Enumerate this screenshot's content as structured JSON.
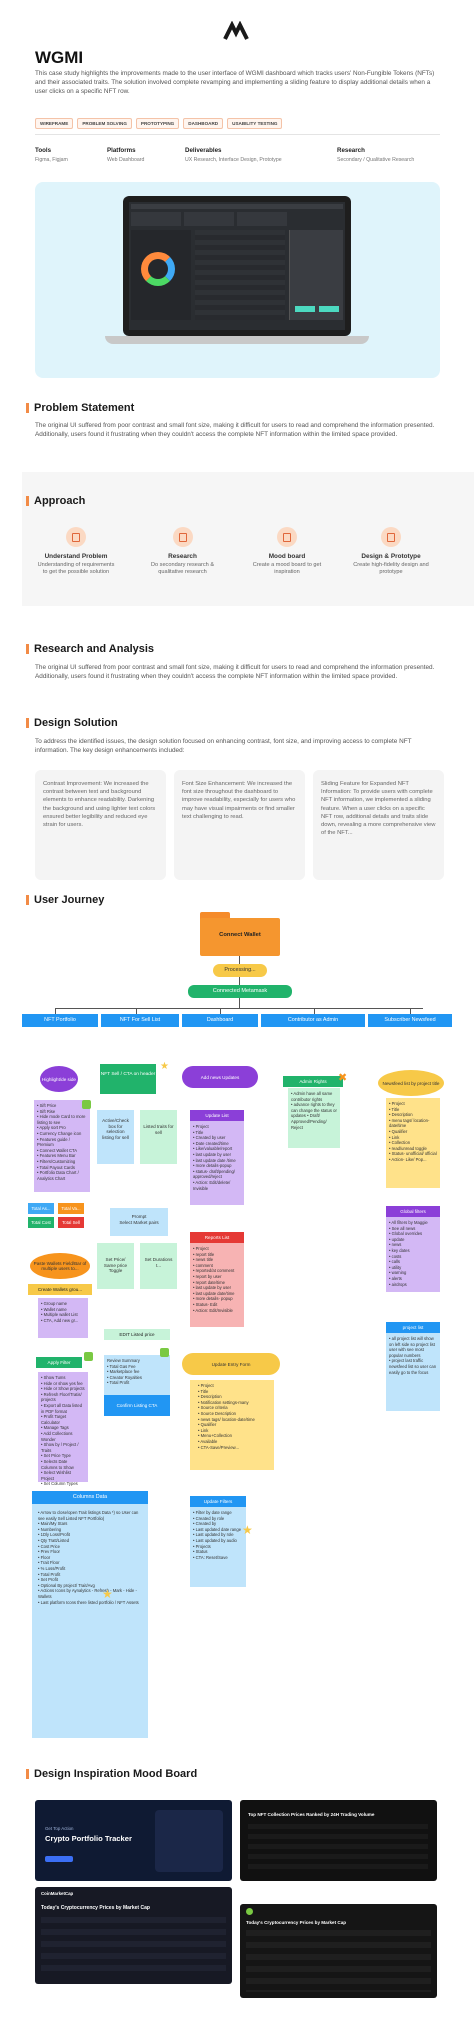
{
  "logo_name": "wgmi-logo-icon",
  "title": "WGMI",
  "intro": "This case study highlights the improvements made to the user interface of WGMI dashboard which tracks users' Non-Fungible Tokens (NFTs) and their associated traits. The solution involved complete revamping and implementing a sliding feature to display additional details when a user clicks on a specific NFT row.",
  "tags": [
    "WIREFRAME",
    "PROBLEM SOLVING",
    "PROTOTYPING",
    "DASHBOARD",
    "USABILITY TESTING"
  ],
  "meta": [
    {
      "key": "Tools",
      "value": "Figma, Figjam"
    },
    {
      "key": "Platforms",
      "value": "Web Dashboard"
    },
    {
      "key": "Deliverables",
      "value": "UX Research, Interface Design, Prototype"
    },
    {
      "key": "Research",
      "value": "Secondary / Qualitative Research"
    }
  ],
  "hero": {
    "bg": "#dff4fb",
    "laptop": "#1e1e1e"
  },
  "problem": {
    "title": "Problem Statement",
    "text": "The original UI suffered from poor contrast and small font size, making it difficult for users to read and comprehend the information presented. Additionally, users found it frustrating when they couldn't access the complete NFT information within the limited space provided."
  },
  "approach": {
    "title": "Approach",
    "items": [
      {
        "title": "Understand Problem",
        "desc": "Understanding of requirements to get the possible solution"
      },
      {
        "title": "Research",
        "desc": "Do secondary research & qualitative research"
      },
      {
        "title": "Mood board",
        "desc": "Create a mood board to get inspiration"
      },
      {
        "title": "Design & Prototype",
        "desc": "Create high-fidelity design and prototype"
      }
    ]
  },
  "research": {
    "title": "Research and Analysis",
    "text": "The original UI suffered from poor contrast and small font size, making it difficult for users to read and comprehend the information presented. Additionally, users found it frustrating when they couldn't access the complete NFT information within the limited space provided."
  },
  "solution": {
    "title": "Design Solution",
    "text": "To address the identified issues, the design solution focused on enhancing contrast, font size, and improving access to complete NFT information. The key design enhancements included:",
    "cards": [
      "Contrast Improvement: We increased the contrast between text and background elements to enhance readability. Darkening the background and using lighter text colors ensured better legibility and reduced eye strain for users.",
      "Font Size Enhancement: We increased the font size throughout the dashboard to improve readability, especially for users who may have visual impairments or find smaller text challenging to read.",
      "Sliding Feature for Expanded NFT Information: To provide users with complete NFT information, we implemented a sliding feature. When a user clicks on a specific NFT row, additional details and traits slide down, revealing a more comprehensive view of the NFT..."
    ]
  },
  "journey": {
    "title": "User Journey",
    "start": "Connect Wallet",
    "processing": "Processing...",
    "connected": "Connected Metamask",
    "columns": [
      "NFT Portfolio",
      "NFT For Sell List",
      "Dashboard",
      "Contributor as Admin",
      "Subscriber Newsfeed"
    ],
    "col1": {
      "ellipse": "Highlight/de side",
      "list": "• Sift Price\n• Sift Rise\n• Hide mode Card to more listing to see\n• Apply sort Pro\n• Currency Change icon\n• Features guide / Premium\n• Connect Wallet CTA\n• Features Menu Bar\n• Filters/Customizing\n• Total Payout Cards\n• Portfolio Data Chart / Analytics Chart",
      "badges": [
        "Total As...",
        "Total Va...",
        "Total Cost",
        "Total Sell"
      ],
      "ellipse2": "Paste Wallets Field/Bar of multiple users to...",
      "create": "Create Wallets grou...",
      "list2": "• Group name\n• Wallet name\n• Multiple wallet List\n• CTA, Add new gr...",
      "apply": "Apply Filter",
      "list3": "• Show Tums\n• Hide or show yes fee\n• Hide or Show projects\n• Refresh Floor/Tratis/ projects\n• Export all Data listed in PDF format\n• Profit Target Calculator\n• Manage Tags\n• Add Collections Wonder\n• Show by / Project / Traits\n• Set Price Type\n• Selects Date Columns to Show\n• Select Wishlist Project\n• Set Column Types",
      "columns_title": "Columns Data",
      "columns_list": "• Arrow to close/open Trait listings Data *) so User can see easily Sell Listed NFT Portfolio)\n• Main/My Stars\n• Numbering\n• 1Dly Loss/Profit\n• Qty Tratt/Listed\n• Cost Price\n• Prev Floor\n• Floor\n• Trait Floor\n• % Loss/Profit\n• Total Profit\n• Set Profit\n• Optional By project/ Trait/Avg\n• Actions Icons by Aynalytics - Refresh - Mark - Hide - Wallets\n• Last platform Icons there listed portfolio / NFT Assets"
    },
    "col2": {
      "header": "NFT Sell / CTA on header",
      "active": "Active/Check box for selection listing for sell",
      "listed": "Listed traits for sell",
      "prompt": "Prompt\nSelect Market pairs",
      "setprice": "Set Price/ Same price Toggle",
      "duration": "Set Durations t...",
      "edit": "EDIT Listed price",
      "review": "Review Summary\n• Total Gas Fee\n• Marketplace fee\n• Creator Royalties\n• Total Profit",
      "confirm": "Confirm Listing CTA"
    },
    "col3": {
      "ellipse": "Add news Updates",
      "update_title": "Update List",
      "update_list": "• Project\n• Title\n• Created by user\n• Date created/time\n• Like/valuable/report\n• last update by user\n• last update date /time\n• more details-popup\n• status- draft/pending/ approved/reject\n• Action: Edit/delete/ Invisible",
      "reports_title": "Reports List",
      "reports_list": "• Project\n• report title\n• news title\n• comment\n• reported/at comment\n• report by user\n• report date/time\n• last update by user\n• last update date/time\n• more details- popup\n• Status- Edit\n• Action: Edit/Invisible",
      "entry_title": "Update Entry Form",
      "entry_list": "• Project\n• Title\n• Description\n• Notification settings-many\n• Source criteria\n• Source Description\n• news tags/ location-date/time\n• Qualifier\n• Link\n• Menu+Collection\n• Available\n• CTA-Save/Preview...",
      "filters_title": "Update Filters",
      "filters_list": "• Filter by date range\n• Created by role\n• Created by\n• Last updated date range\n• Last updated by role\n• Last updated by audio\n• Projects\n• Status\n• CTA: Reset/Save"
    },
    "col4": {
      "header": "Admin Rights",
      "list": "• Admin have all same contributor rights\n• advance rights to they can change the status or updates • Draft/ Approved/Pending/ Reject"
    },
    "col5": {
      "header": "Newsfeed list by project title",
      "list": "• Project\n• Title\n• Description\n• menu tags/ location-date/time\n• Qualifier\n• Link\n• Collection\n• read/unread toggle\n• Status- unofficial/ official\n• Action- Like/ Pop...",
      "filters_title": "Global filters",
      "filters_list": "• All filters by Maggie\n• See all news\n• Global overrides\n• update\n• news\n• key dates\n• costs\n• calls\n• utility\n• warning\n• alerts\n• airdrops",
      "detail_title": "project list",
      "detail_list": "• all project list will show on left side so project list user with see most popular numbers\n• project last traffic newsfeed list so user can easily go to the focus"
    }
  },
  "mood": {
    "title": "Design Inspiration Mood Board",
    "tile1_small": "Get Top Action",
    "tile1_big": "Crypto Portfolio Tracker",
    "tile2": "Top NFT Collection Prices Ranked by 24H Trading Volume",
    "tile3_brand": "CoinMarketCap",
    "tile3": "Today's Cryptocurrency Prices by Market Cap",
    "tile4": "Today's Cryptocurrency Prices by Market Cap"
  }
}
